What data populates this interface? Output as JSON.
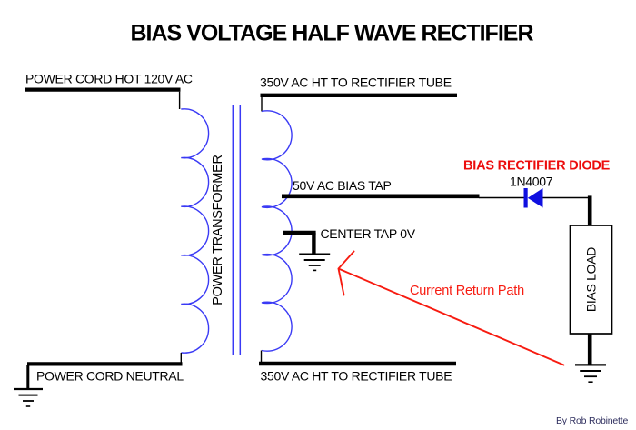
{
  "title": "BIAS VOLTAGE HALF WAVE RECTIFIER",
  "credit": "By Rob Robinette",
  "colors": {
    "winding_blue": "#3a3af5",
    "diode_blue": "#0f0fe0",
    "annotation_red": "#f71b10",
    "heading_red": "#ec0c0c",
    "wire_black": "#000000",
    "credit_blue": "#2e2e5e",
    "background": "#ffffff"
  },
  "transformer": {
    "label": "POWER TRANSFORMER",
    "primary": {
      "top_label": "POWER CORD HOT 120V AC",
      "bottom_label": "POWER CORD NEUTRAL"
    },
    "secondary": {
      "top_label": "350V AC HT TO RECTIFIER TUBE",
      "bias_tap_label": "50V AC BIAS TAP",
      "center_tap_label": "CENTER TAP 0V",
      "bottom_label": "350V AC HT TO RECTIFIER TUBE"
    }
  },
  "diode": {
    "heading": "BIAS RECTIFIER DIODE",
    "part_number": "1N4007"
  },
  "load": {
    "label": "BIAS LOAD"
  },
  "annotation": {
    "current_return": "Current Return Path"
  }
}
